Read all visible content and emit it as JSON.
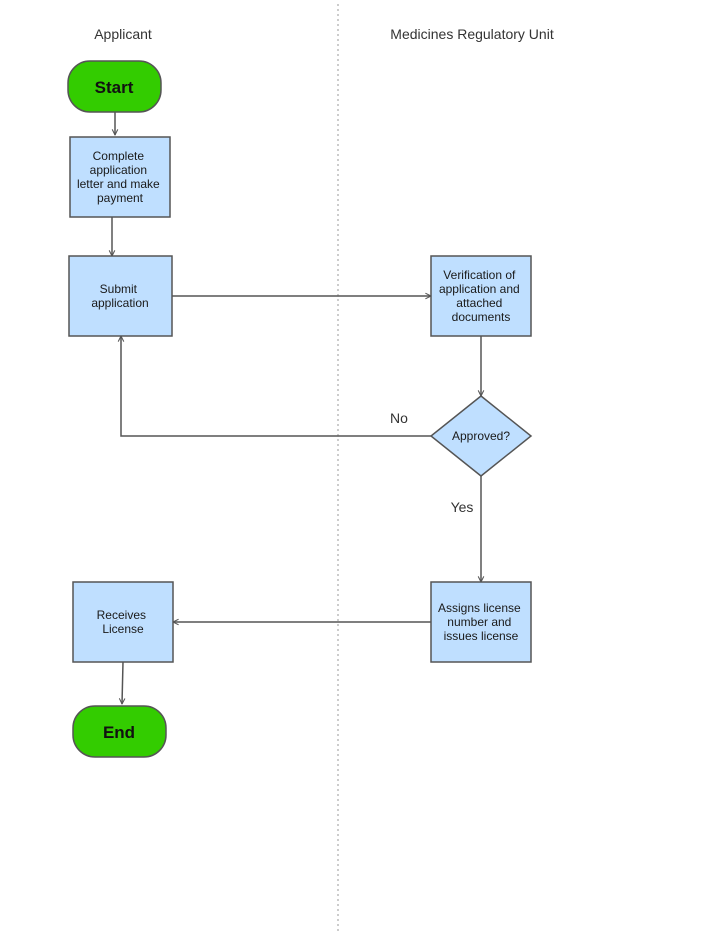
{
  "lanes": {
    "applicant": "Applicant",
    "mru": "Medicines Regulatory Unit"
  },
  "nodes": {
    "start": "Start",
    "complete": [
      "Complete",
      "application",
      "letter and make",
      "payment"
    ],
    "submit": [
      "Submit",
      "application"
    ],
    "verify": [
      "Verification of",
      "application and",
      "attached",
      "documents"
    ],
    "approved": "Approved?",
    "assign": [
      "Assigns license",
      "number and",
      "issues license"
    ],
    "receives": [
      "Receives",
      "License"
    ],
    "end": "End"
  },
  "edge_labels": {
    "no": "No",
    "yes": "Yes"
  },
  "colors": {
    "terminal_fill": "#33cc00",
    "process_fill": "#bfdfff",
    "stroke": "#555555",
    "divider": "#999999"
  }
}
